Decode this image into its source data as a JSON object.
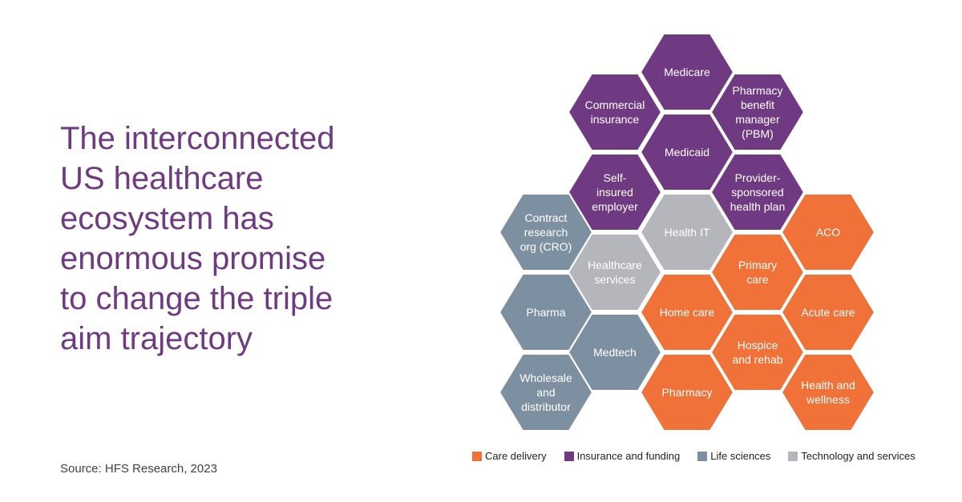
{
  "headline": [
    "The interconnected",
    "US healthcare",
    "ecosystem has",
    "enormous promise",
    "to change the triple",
    "aim trajectory"
  ],
  "source": "Source: HFS Research, 2023",
  "colors": {
    "care_delivery": "#f07238",
    "insurance_and_funding": "#6f3a82",
    "life_sciences": "#7d90a2",
    "technology_and_services": "#b4b6bc"
  },
  "legend": [
    {
      "key": "care_delivery",
      "label": "Care delivery"
    },
    {
      "key": "insurance_and_funding",
      "label": "Insurance and funding"
    },
    {
      "key": "life_sciences",
      "label": "Life sciences"
    },
    {
      "key": "technology_and_services",
      "label": "Technology and services"
    }
  ],
  "hexagons": [
    {
      "id": "medicare",
      "category": "insurance_and_funding",
      "lines": [
        "Medicare"
      ]
    },
    {
      "id": "commercial-insurance",
      "category": "insurance_and_funding",
      "lines": [
        "Commercial",
        "insurance"
      ]
    },
    {
      "id": "pbm",
      "category": "insurance_and_funding",
      "lines": [
        "Pharmacy",
        "benefit",
        "manager",
        "(PBM)"
      ]
    },
    {
      "id": "medicaid",
      "category": "insurance_and_funding",
      "lines": [
        "Medicaid"
      ]
    },
    {
      "id": "self-insured-employer",
      "category": "insurance_and_funding",
      "lines": [
        "Self-",
        "insured",
        "employer"
      ]
    },
    {
      "id": "provider-sponsored-health-plan",
      "category": "insurance_and_funding",
      "lines": [
        "Provider-",
        "sponsored",
        "health plan"
      ]
    },
    {
      "id": "cro",
      "category": "life_sciences",
      "lines": [
        "Contract",
        "research",
        "org (CRO)"
      ]
    },
    {
      "id": "health-it",
      "category": "technology_and_services",
      "lines": [
        "Health IT"
      ]
    },
    {
      "id": "aco",
      "category": "care_delivery",
      "lines": [
        "ACO"
      ]
    },
    {
      "id": "healthcare-services",
      "category": "technology_and_services",
      "lines": [
        "Healthcare",
        "services"
      ]
    },
    {
      "id": "primary-care",
      "category": "care_delivery",
      "lines": [
        "Primary",
        "care"
      ]
    },
    {
      "id": "pharma",
      "category": "life_sciences",
      "lines": [
        "Pharma"
      ]
    },
    {
      "id": "home-care",
      "category": "care_delivery",
      "lines": [
        "Home care"
      ]
    },
    {
      "id": "acute-care",
      "category": "care_delivery",
      "lines": [
        "Acute care"
      ]
    },
    {
      "id": "medtech",
      "category": "life_sciences",
      "lines": [
        "Medtech"
      ]
    },
    {
      "id": "hospice-and-rehab",
      "category": "care_delivery",
      "lines": [
        "Hospice",
        "and rehab"
      ]
    },
    {
      "id": "wholesale-and-distributor",
      "category": "life_sciences",
      "lines": [
        "Wholesale",
        "and",
        "distributor"
      ]
    },
    {
      "id": "pharmacy",
      "category": "care_delivery",
      "lines": [
        "Pharmacy"
      ]
    },
    {
      "id": "health-and-wellness",
      "category": "care_delivery",
      "lines": [
        "Health and",
        "wellness"
      ]
    }
  ]
}
